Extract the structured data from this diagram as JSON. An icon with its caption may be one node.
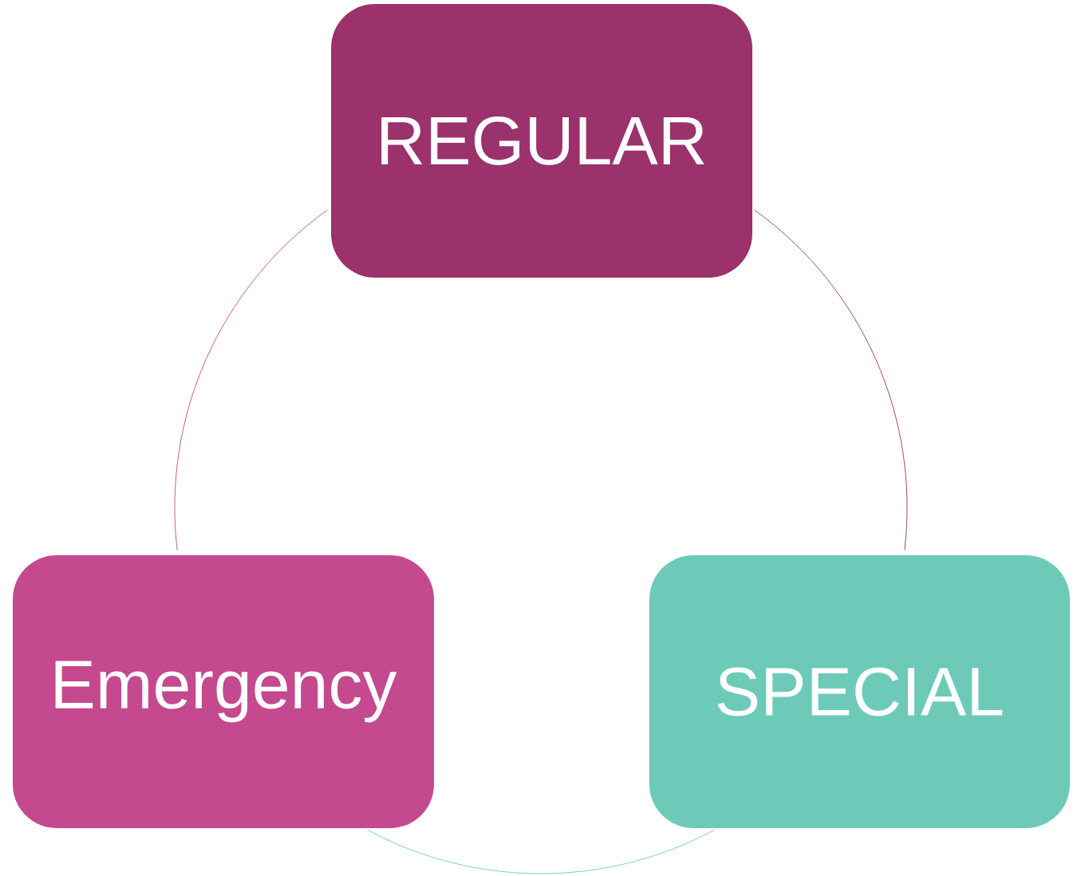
{
  "diagram": {
    "nodes": [
      {
        "text": [
          "REGULAR"
        ]
      },
      {
        "text": [
          "SPECIAL"
        ]
      },
      {
        "text": [
          "Emergency"
        ]
      }
    ],
    "edges": [
      {
        "from": 0,
        "to": 1,
        "arrow": "none",
        "color": "#9b326b"
      },
      {
        "from": 1,
        "to": 2,
        "arrow": "none",
        "color": "#6ecab8"
      },
      {
        "from": 2,
        "to": 0,
        "arrow": "none",
        "color": "#c4498e"
      }
    ]
  }
}
